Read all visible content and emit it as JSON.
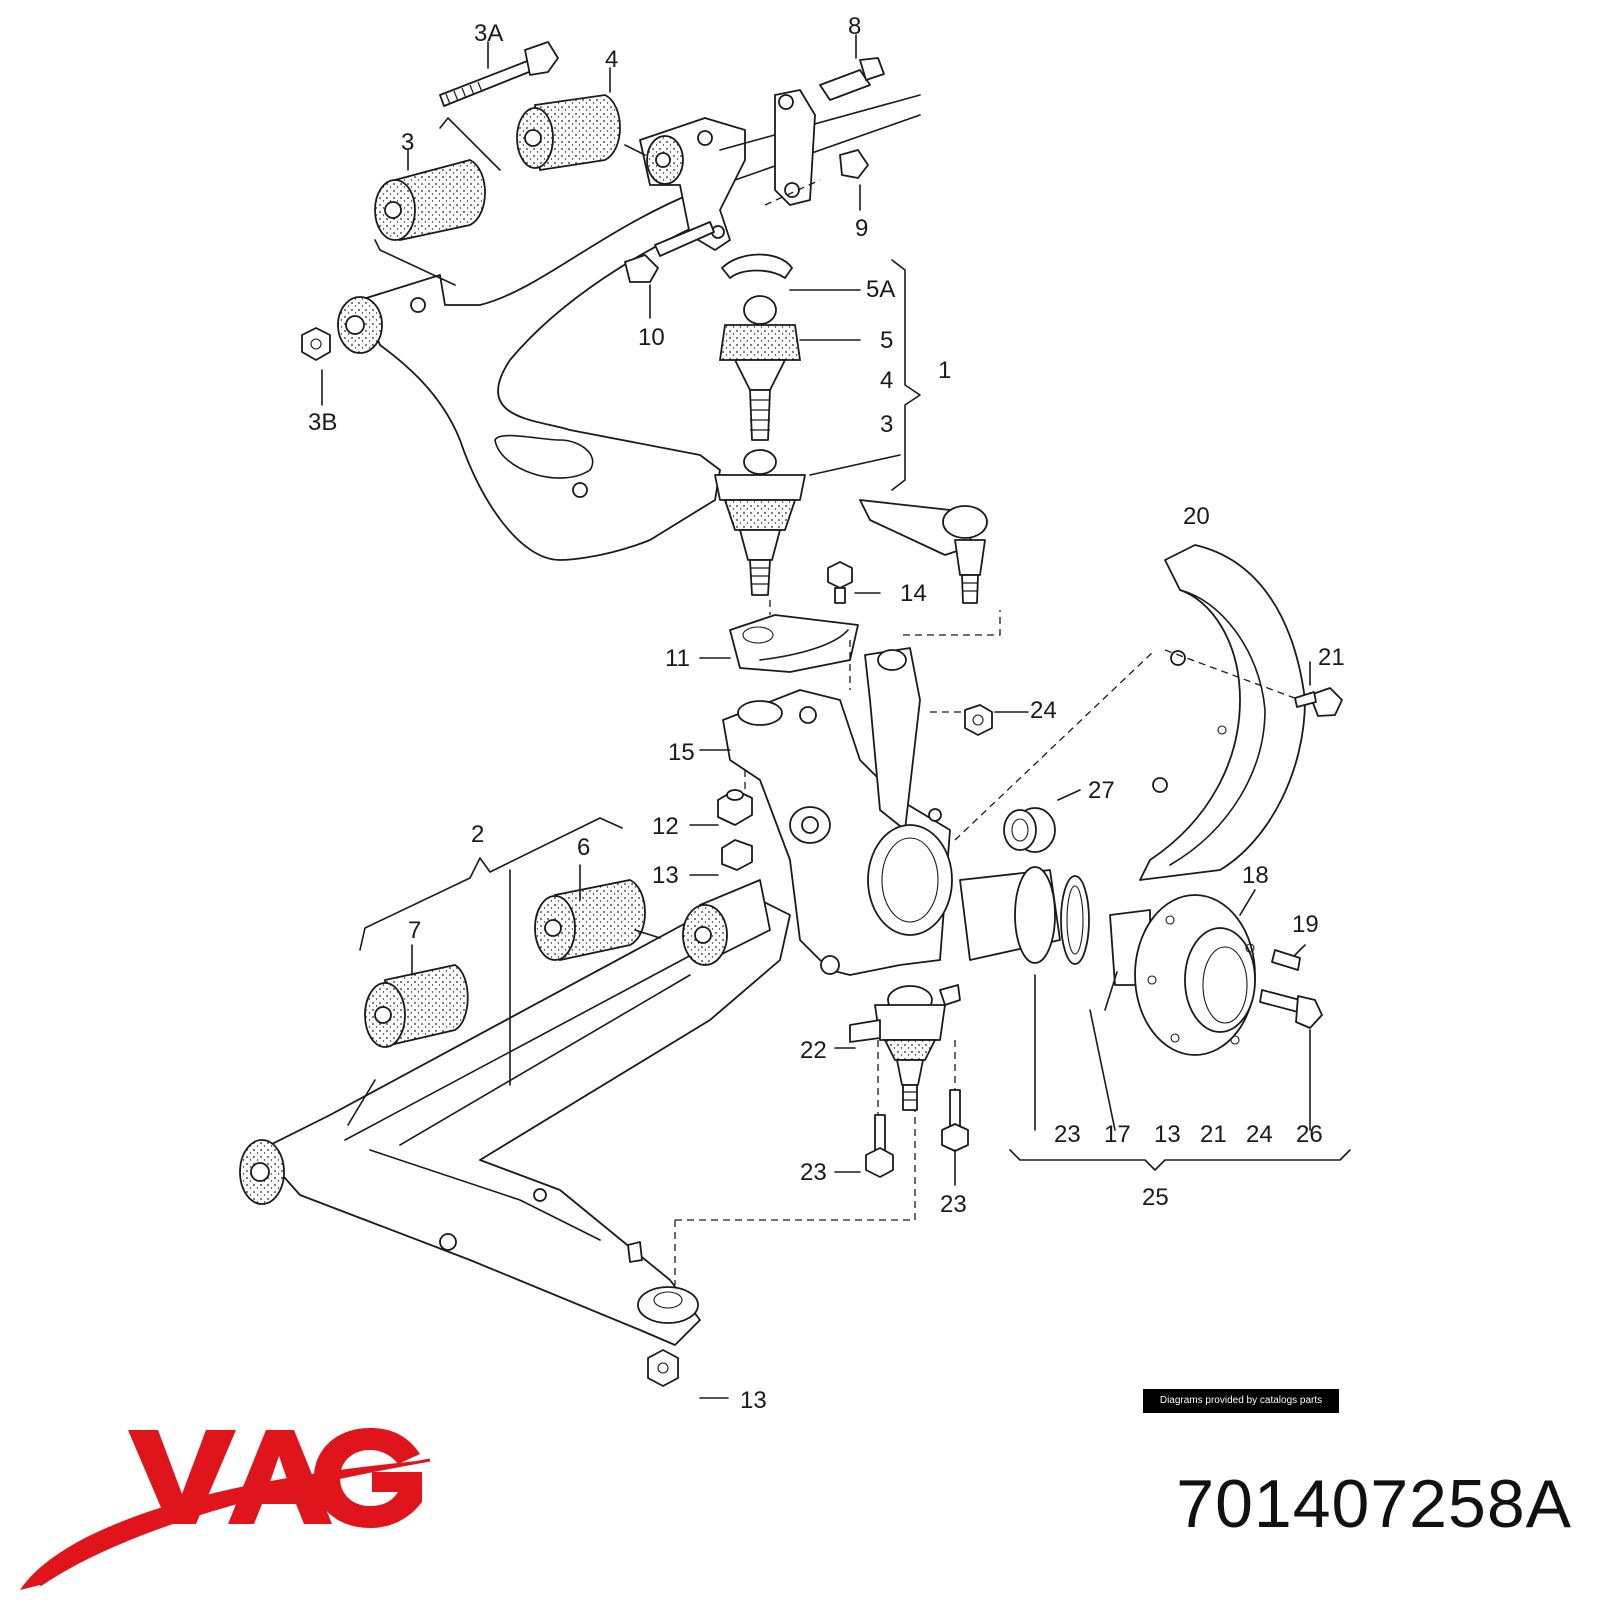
{
  "callouts": {
    "c3A": "3A",
    "c4top": "4",
    "c8": "8",
    "c3top": "3",
    "c9": "9",
    "c5A": "5A",
    "c10": "10",
    "c5": "5",
    "c1": "1",
    "c4mid": "4",
    "c3B": "3B",
    "c3mid": "3",
    "c20": "20",
    "c14": "14",
    "c11": "11",
    "c21top": "21",
    "c24top": "24",
    "c15": "15",
    "c27": "27",
    "c2": "2",
    "c12": "12",
    "c6": "6",
    "c13a": "13",
    "c18": "18",
    "c7": "7",
    "c19": "19",
    "c22": "22",
    "c23a": "23",
    "c17": "17",
    "c13b": "13",
    "c21b": "21",
    "c24b": "24",
    "c26": "26",
    "c23b": "23",
    "c23c": "23",
    "c25": "25",
    "c13c": "13"
  },
  "credit": "Diagrams provided by catalogs parts",
  "brand": {
    "name": "VAG",
    "color": "#e0141b"
  },
  "part_number": "701407258A"
}
